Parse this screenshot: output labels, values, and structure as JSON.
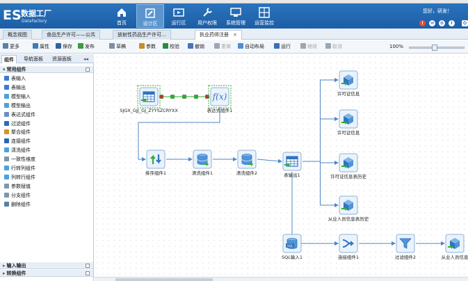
{
  "browser": {
    "tabs": [
      "",
      "",
      "",
      "",
      "",
      "",
      ""
    ]
  },
  "app": {
    "name": "数据工厂",
    "subtitle": "DataFactory",
    "logo_text": "ES",
    "greeting": "您好，研发！"
  },
  "nav": [
    {
      "label": "首页",
      "icon": "home-icon",
      "active": false
    },
    {
      "label": "设计区",
      "icon": "edit-icon",
      "active": true
    },
    {
      "label": "运行区",
      "icon": "run-icon",
      "active": false
    },
    {
      "label": "用户权限",
      "icon": "wrench-icon",
      "active": false
    },
    {
      "label": "系统管理",
      "icon": "monitor-icon",
      "active": false
    },
    {
      "label": "运营监控",
      "icon": "grid-icon",
      "active": false
    }
  ],
  "doc_tabs": [
    {
      "label": "概念视图",
      "active": false
    },
    {
      "label": "食品生产许可——公共",
      "active": false
    },
    {
      "label": "放射性药品生产许可...",
      "active": false
    },
    {
      "label": "执业药师注册",
      "active": true,
      "close": "×"
    }
  ],
  "toolbar": [
    {
      "label": "更多",
      "icon": "more-icon",
      "disabled": false
    },
    {
      "label": "属性",
      "icon": "property-icon",
      "disabled": false
    },
    {
      "label": "保存",
      "icon": "save-icon",
      "disabled": false
    },
    {
      "label": "发布",
      "icon": "publish-icon",
      "disabled": false
    },
    {
      "label": "草稿",
      "icon": "draft-icon",
      "disabled": false
    },
    {
      "label": "参数",
      "icon": "param-icon",
      "disabled": false
    },
    {
      "label": "校验",
      "icon": "check-icon",
      "disabled": false
    },
    {
      "label": "撤销",
      "icon": "undo-icon",
      "disabled": false
    },
    {
      "label": "重做",
      "icon": "redo-icon",
      "disabled": true
    },
    {
      "label": "自动布局",
      "icon": "layout-icon",
      "disabled": false
    },
    {
      "label": "运行",
      "icon": "run-icon",
      "disabled": false
    },
    {
      "label": "继续",
      "icon": "resume-icon",
      "disabled": true
    },
    {
      "label": "取消",
      "icon": "cancel-icon",
      "disabled": true
    }
  ],
  "zoom": {
    "label": "100%",
    "value": 0.45
  },
  "panel": {
    "tabs": [
      "组件",
      "导航面板",
      "资源面板"
    ],
    "sections": [
      {
        "title": "常用组件",
        "expanded": true,
        "items": [
          "表输入",
          "表输出",
          "模型输入",
          "模型输出",
          "表达式组件",
          "过滤组件",
          "聚合组件",
          "连接组件",
          "清洗组件",
          "一致性维度",
          "行转列组件",
          "列转行组件",
          "参数赋值",
          "分支组件",
          "删除组件"
        ]
      },
      {
        "title": "输入输出",
        "expanded": false,
        "items": []
      },
      {
        "title": "转换组件",
        "expanded": false,
        "items": []
      }
    ]
  },
  "flow": {
    "nodes": [
      {
        "id": "n1",
        "label": "SJGX_GJJ_GJ_ZYYSZCRYXX",
        "type": "table-input"
      },
      {
        "id": "n2",
        "label": "表达式组件1",
        "type": "expression"
      },
      {
        "id": "n3",
        "label": "排序组件1",
        "type": "sort"
      },
      {
        "id": "n4",
        "label": "清洗组件1",
        "type": "clean"
      },
      {
        "id": "n5",
        "label": "清洗组件2",
        "type": "clean"
      },
      {
        "id": "n6",
        "label": "表输出1",
        "type": "table-output"
      },
      {
        "id": "n7",
        "label": "许可证信息",
        "type": "model-output"
      },
      {
        "id": "n8",
        "label": "许可证信息",
        "type": "model-output"
      },
      {
        "id": "n9",
        "label": "许可证信息表历史",
        "type": "model-output"
      },
      {
        "id": "n10",
        "label": "从业人员信息表历史",
        "type": "model-output"
      },
      {
        "id": "n11",
        "label": "SQL输入1",
        "type": "sql-input"
      },
      {
        "id": "n12",
        "label": "连接组件1",
        "type": "join"
      },
      {
        "id": "n13",
        "label": "过滤组件2",
        "type": "filter"
      },
      {
        "id": "n14",
        "label": "从业人员信息",
        "type": "model-output"
      }
    ],
    "edges": [
      [
        "n1",
        "n2"
      ],
      [
        "n2",
        "n3"
      ],
      [
        "n3",
        "n4"
      ],
      [
        "n4",
        "n5"
      ],
      [
        "n5",
        "n6"
      ],
      [
        "n6",
        "n7"
      ],
      [
        "n6",
        "n8"
      ],
      [
        "n6",
        "n9"
      ],
      [
        "n6",
        "n10"
      ],
      [
        "n6",
        "n12"
      ],
      [
        "n11",
        "n12"
      ],
      [
        "n12",
        "n13"
      ],
      [
        "n13",
        "n14"
      ]
    ]
  },
  "colors": {
    "header": "#1c5ea6",
    "accent": "#4a90d9",
    "selected": "#2db02d",
    "edge": "#4f86c6"
  }
}
